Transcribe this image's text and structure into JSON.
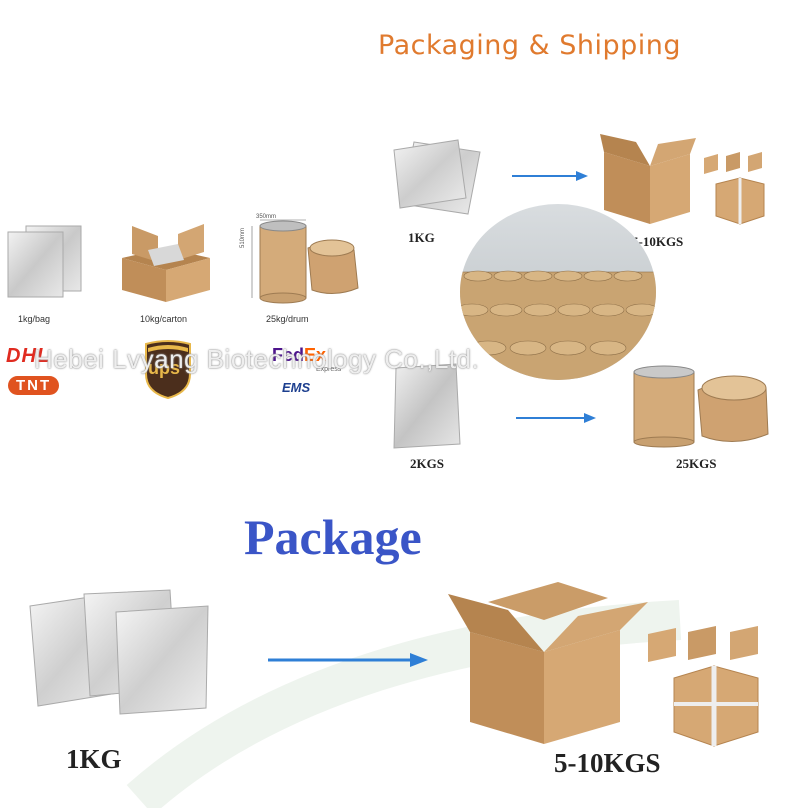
{
  "headings": {
    "packaging_shipping": "Packaging & Shipping",
    "package": "Package"
  },
  "top_left": {
    "items": [
      {
        "label": "1kg/bag"
      },
      {
        "label": "10kg/carton"
      },
      {
        "label": "25kg/drum"
      }
    ],
    "drum_dims": {
      "width": "350mm",
      "height": "510mm"
    }
  },
  "couriers": {
    "dhl": "DHL",
    "tnt": "TNT",
    "ups": "ups",
    "fedex_fe": "Fed",
    "fedex_ex": "Ex",
    "fedex_express": "Express",
    "ems": "EMS"
  },
  "top_right": {
    "bag_1kg": "1KG",
    "box_label": "5-10KGS",
    "bag_2kg": "2KGS",
    "drum_label": "25KGS"
  },
  "bottom": {
    "bag_label": "1KG",
    "box_label": "5-10KGS"
  },
  "watermark": "Hebei Lvyang Biotechnology Co.,Ltd.",
  "colors": {
    "heading_orange": "#e07a2e",
    "heading_blue": "#3a55c7",
    "arrow_blue": "#2f7fd6",
    "cardboard": "#c99a66",
    "foil": "#d6d6d6"
  }
}
